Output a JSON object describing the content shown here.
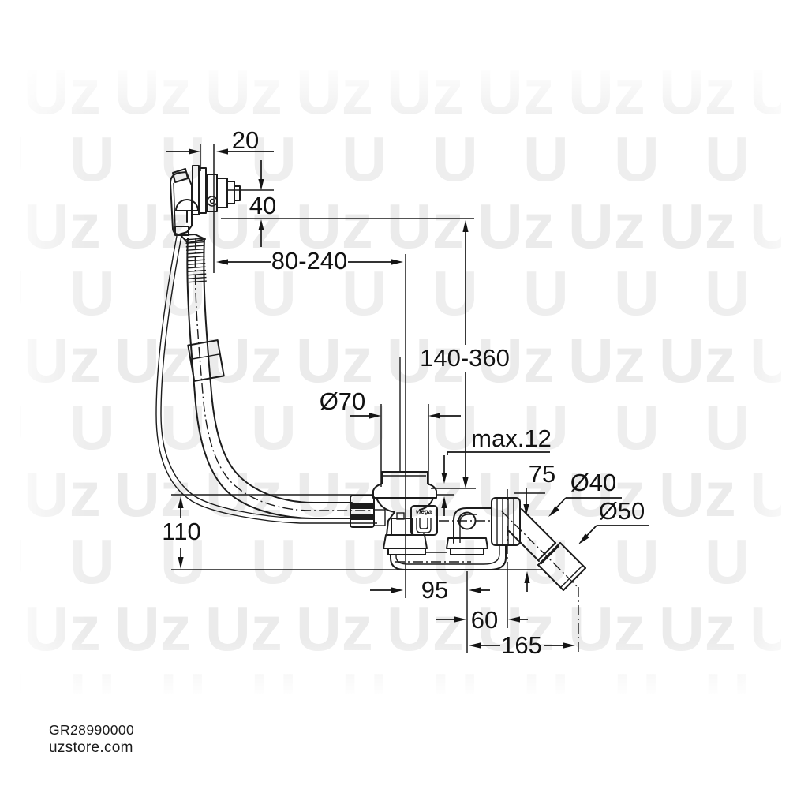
{
  "page": {
    "background": "#ffffff",
    "line_color": "#1c1c1c",
    "text_color": "#121212"
  },
  "watermark": {
    "text": "Uz",
    "color": "#ebebeb"
  },
  "footer": {
    "product_code": "GR28990000",
    "website": "uzstore.com"
  },
  "drawing": {
    "type": "technical-dimension-diagram",
    "subject": "Bath waste, overflow and filler set - side view installation drawing",
    "part_brand_label": "viega",
    "dimensions": {
      "knob_offset": "20",
      "overflow_height": "40",
      "overflow_to_waste_range": "80-240",
      "waste_depth_range": "140-360",
      "flange_diameter": "Ø70",
      "max_panel_thickness": "max.12",
      "outlet_centre_height": "75",
      "outlet_pipe_diameter": "Ø40",
      "outlet_sleeve_diameter": "Ø50",
      "trap_height": "110",
      "waste_to_elbow": "95",
      "elbow_to_union": "60",
      "waste_to_outlet_end": "165"
    }
  }
}
